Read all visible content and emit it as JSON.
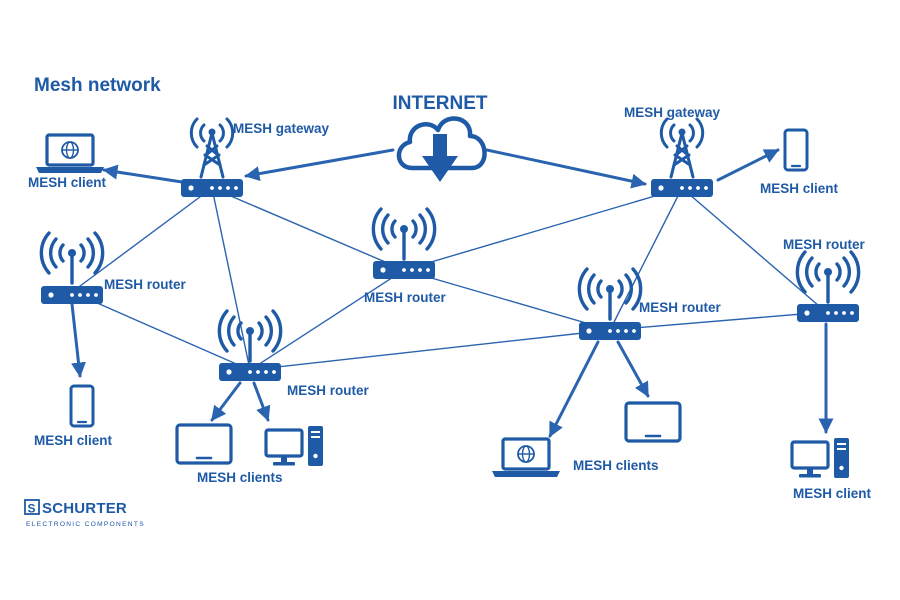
{
  "title": "Mesh network",
  "internet": {
    "label": "INTERNET",
    "icon": "cloud-download-icon"
  },
  "colors": {
    "primary": "#1f5aa6",
    "line": "#2a64b0",
    "background": "#ffffff"
  },
  "labels": {
    "gateway_left": "MESH gateway",
    "gateway_right": "MESH gateway",
    "router_left": "MESH router",
    "router_center": "MESH router",
    "router_bottom_left": "MESH router",
    "router_mid_right": "MESH router",
    "router_far_right": "MESH router",
    "client_top_left": "MESH client",
    "client_top_right": "MESH client",
    "client_bottom_left": "MESH client",
    "client_bottom_right": "MESH client",
    "clients_bottom_left": "MESH clients",
    "clients_bottom_right": "MESH clients"
  },
  "brand": {
    "name": "SCHURTER",
    "tagline": "ELECTRONIC COMPONENTS",
    "logo_letter": "S"
  }
}
